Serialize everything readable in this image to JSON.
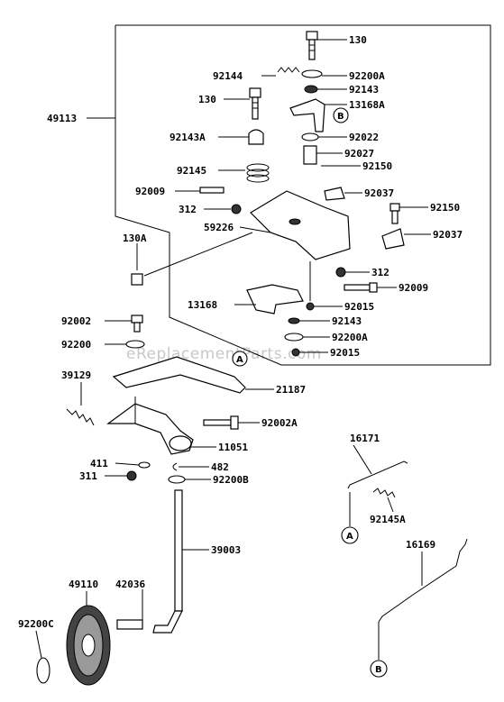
{
  "watermark": "eReplacementParts.com",
  "labels": {
    "p130_top": "130",
    "p92144": "92144",
    "p92200A_top": "92200A",
    "p92143_top": "92143",
    "p130_mid": "130",
    "p13168A": "13168A",
    "p49113": "49113",
    "p92143A": "92143A",
    "p92022": "92022",
    "p92027": "92027",
    "p92145": "92145",
    "p92150_top": "92150",
    "p92009_left": "92009",
    "p92037_mid": "92037",
    "p312_left": "312",
    "p92150_right": "92150",
    "p59226": "59226",
    "p92037_right": "92037",
    "p130A": "130A",
    "p312_right": "312",
    "p92009_right": "92009",
    "p13168": "13168",
    "p92015_top": "92015",
    "p92002": "92002",
    "p92143_low": "92143",
    "p92200": "92200",
    "p92200A_low": "92200A",
    "p92015_low": "92015",
    "p39129": "39129",
    "p21187": "21187",
    "p92002A": "92002A",
    "p11051": "11051",
    "p16171": "16171",
    "p411": "411",
    "p482": "482",
    "p311": "311",
    "p92200B": "92200B",
    "p92145A": "92145A",
    "p39003": "39003",
    "p16169": "16169",
    "p49110": "49110",
    "p42036": "42036",
    "p92200C": "92200C"
  },
  "refs": {
    "a_upper": "A",
    "b_upper": "B",
    "a_lower": "A",
    "b_lower": "B"
  }
}
